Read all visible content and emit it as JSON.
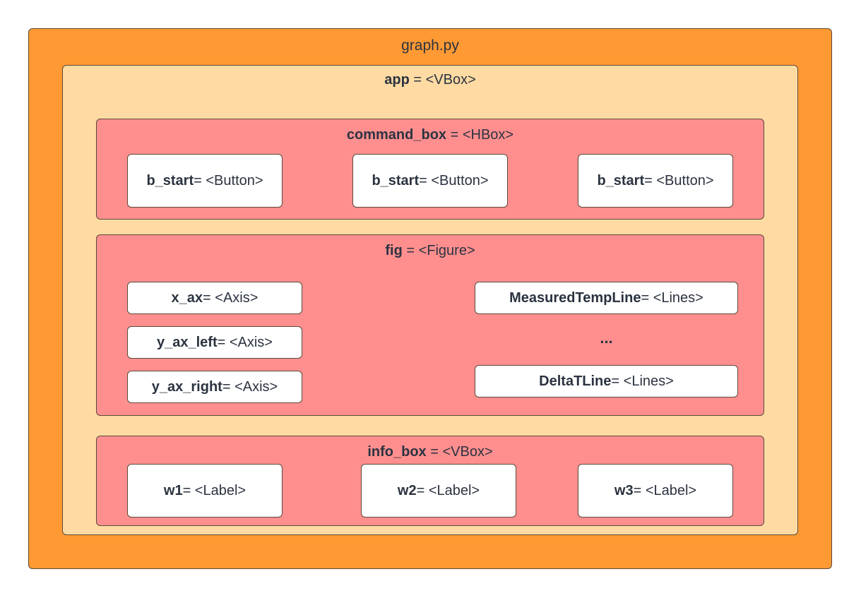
{
  "outer": {
    "title": "graph.py"
  },
  "app": {
    "name": "app",
    "type": " = <VBox>"
  },
  "command_box": {
    "name": "command_box",
    "type": " = <HBox>",
    "buttons": [
      {
        "name": "b_start",
        "type": " = <Button>"
      },
      {
        "name": "b_start",
        "type": " = <Button>"
      },
      {
        "name": "b_start",
        "type": " = <Button>"
      }
    ]
  },
  "fig": {
    "name": "fig",
    "type": " = <Figure>",
    "axes": [
      {
        "name": "x_ax",
        "type": " = <Axis>"
      },
      {
        "name": "y_ax_left",
        "type": " = <Axis>"
      },
      {
        "name": "y_ax_right",
        "type": " = <Axis>"
      }
    ],
    "lines": [
      {
        "name": "MeasuredTempLine",
        "type": " = <Lines>"
      },
      {
        "name": "DeltaTLine",
        "type": " = <Lines>"
      }
    ],
    "ellipsis": "..."
  },
  "info_box": {
    "name": "info_box",
    "type": " = <VBox>",
    "labels": [
      {
        "name": "w1",
        "type": " = <Label>"
      },
      {
        "name": "w2",
        "type": " = <Label>"
      },
      {
        "name": "w3",
        "type": " = <Label>"
      }
    ]
  },
  "colors": {
    "outer": "#ff9933",
    "app": "#ffdba3",
    "panel": "#ff8f8f",
    "widget": "#ffffff"
  }
}
